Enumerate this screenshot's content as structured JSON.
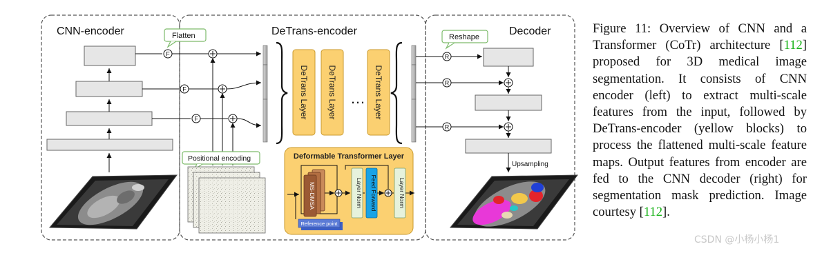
{
  "diagram": {
    "sections": {
      "cnn_encoder": "CNN-encoder",
      "detrans_encoder": "DeTrans-encoder",
      "decoder": "Decoder"
    },
    "tags": {
      "flatten": "Flatten",
      "reshape": "Reshape",
      "positional_encoding": "Positional encoding"
    },
    "op_symbols": {
      "flatten": "F",
      "reshape": "R",
      "add": "+"
    },
    "detrans_layer_label": "DeTrans Layer",
    "ellipsis": "…",
    "deformable_block": {
      "title": "Deformable Transformer Layer",
      "ms_dmsa": "MS-DMSA",
      "layer_norm": "Layer Norm",
      "feed_forward": "Feed Forward",
      "reference_point": "Reference point"
    },
    "upsampling": "Upsampling",
    "colors": {
      "yellow_block": "#fbd071",
      "yellow_border": "#c99a2e",
      "feed_forward_blue": "#1aa3e6",
      "ms_dmsa_brown": "#9b5a34",
      "layer_norm_green": "#e6f2dc",
      "reference_point_blue": "#5b7bd6",
      "tag_border_green": "#7dbb6b",
      "gray_block": "#e6e6e6",
      "segmentation_magenta": "#e838d8",
      "segmentation_red": "#e3242b",
      "segmentation_blue": "#1f3fd6"
    }
  },
  "caption": {
    "pre": "Figure 11: Overview of CNN and a Transformer (CoTr) architecture [",
    "ref1": "112",
    "mid": "] proposed for 3D medical image segmentation. It consists of CNN encoder (left) to extract multi-scale features from the input, followed by DeTrans-encoder (yellow blocks) to process the flattened multi-scale feature maps. Output features from encoder are fed to the CNN decoder (right) for segmentation mask prediction. Image courtesy [",
    "ref2": "112",
    "post": "]."
  },
  "watermark": "CSDN @小杨小杨1"
}
